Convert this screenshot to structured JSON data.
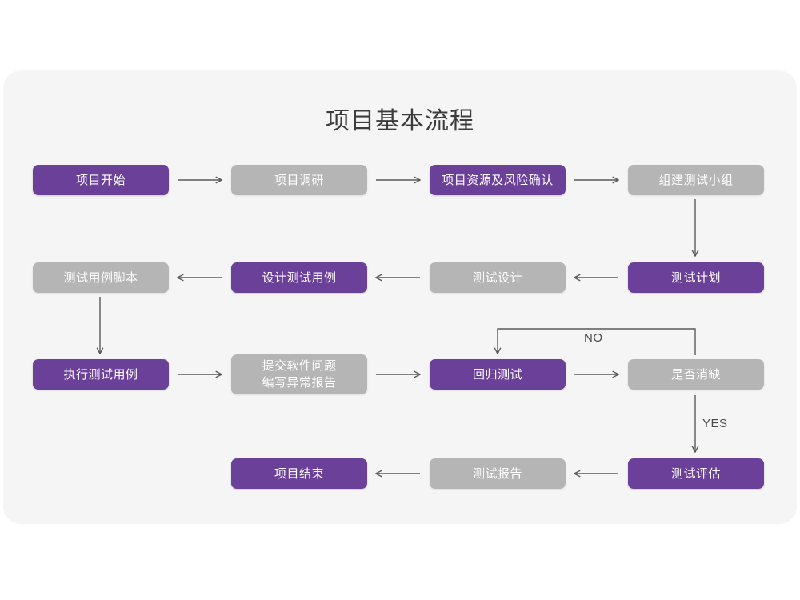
{
  "page": {
    "title": "项目基本流程",
    "background_color": "#ffffff",
    "panel_color": "#f5f5f5"
  },
  "palette": {
    "active": "#6b4099",
    "inactive": "#b5b5b5",
    "node_text": "#ffffff",
    "title_text": "#3c3c3c",
    "connector": "#5a5a5a",
    "edge_label_text": "#4a4a4a"
  },
  "flow": {
    "rows": [
      {
        "row_name": "row-1",
        "nodes": [
          {
            "id": "project-start",
            "label": "项目开始",
            "state": "active"
          },
          {
            "id": "project-survey",
            "label": "项目调研",
            "state": "inactive"
          },
          {
            "id": "resource-risk",
            "label": "项目资源及风险确认",
            "state": "active"
          },
          {
            "id": "build-team",
            "label": "组建测试小组",
            "state": "inactive"
          }
        ]
      },
      {
        "row_name": "row-2",
        "nodes": [
          {
            "id": "case-script",
            "label": "测试用例脚本",
            "state": "inactive"
          },
          {
            "id": "design-case",
            "label": "设计测试用例",
            "state": "active"
          },
          {
            "id": "test-design",
            "label": "测试设计",
            "state": "inactive"
          },
          {
            "id": "test-plan",
            "label": "测试计划",
            "state": "active"
          }
        ]
      },
      {
        "row_name": "row-3",
        "nodes": [
          {
            "id": "execute-case",
            "label": "执行测试用例",
            "state": "active"
          },
          {
            "id": "submit-defect",
            "label": "提交软件问题\n编写异常报告",
            "state": "inactive"
          },
          {
            "id": "regression",
            "label": "回归测试",
            "state": "active"
          },
          {
            "id": "defect-cleared",
            "label": "是否消缺",
            "state": "inactive"
          }
        ]
      },
      {
        "row_name": "row-4",
        "nodes": [
          {
            "id": "project-end",
            "label": "项目结束",
            "state": "active"
          },
          {
            "id": "test-report",
            "label": "测试报告",
            "state": "inactive"
          },
          {
            "id": "test-evaluate",
            "label": "测试评估",
            "state": "active"
          }
        ]
      }
    ],
    "edge_labels": [
      {
        "id": "no-label",
        "text": "NO"
      },
      {
        "id": "yes-label",
        "text": "YES"
      }
    ]
  }
}
